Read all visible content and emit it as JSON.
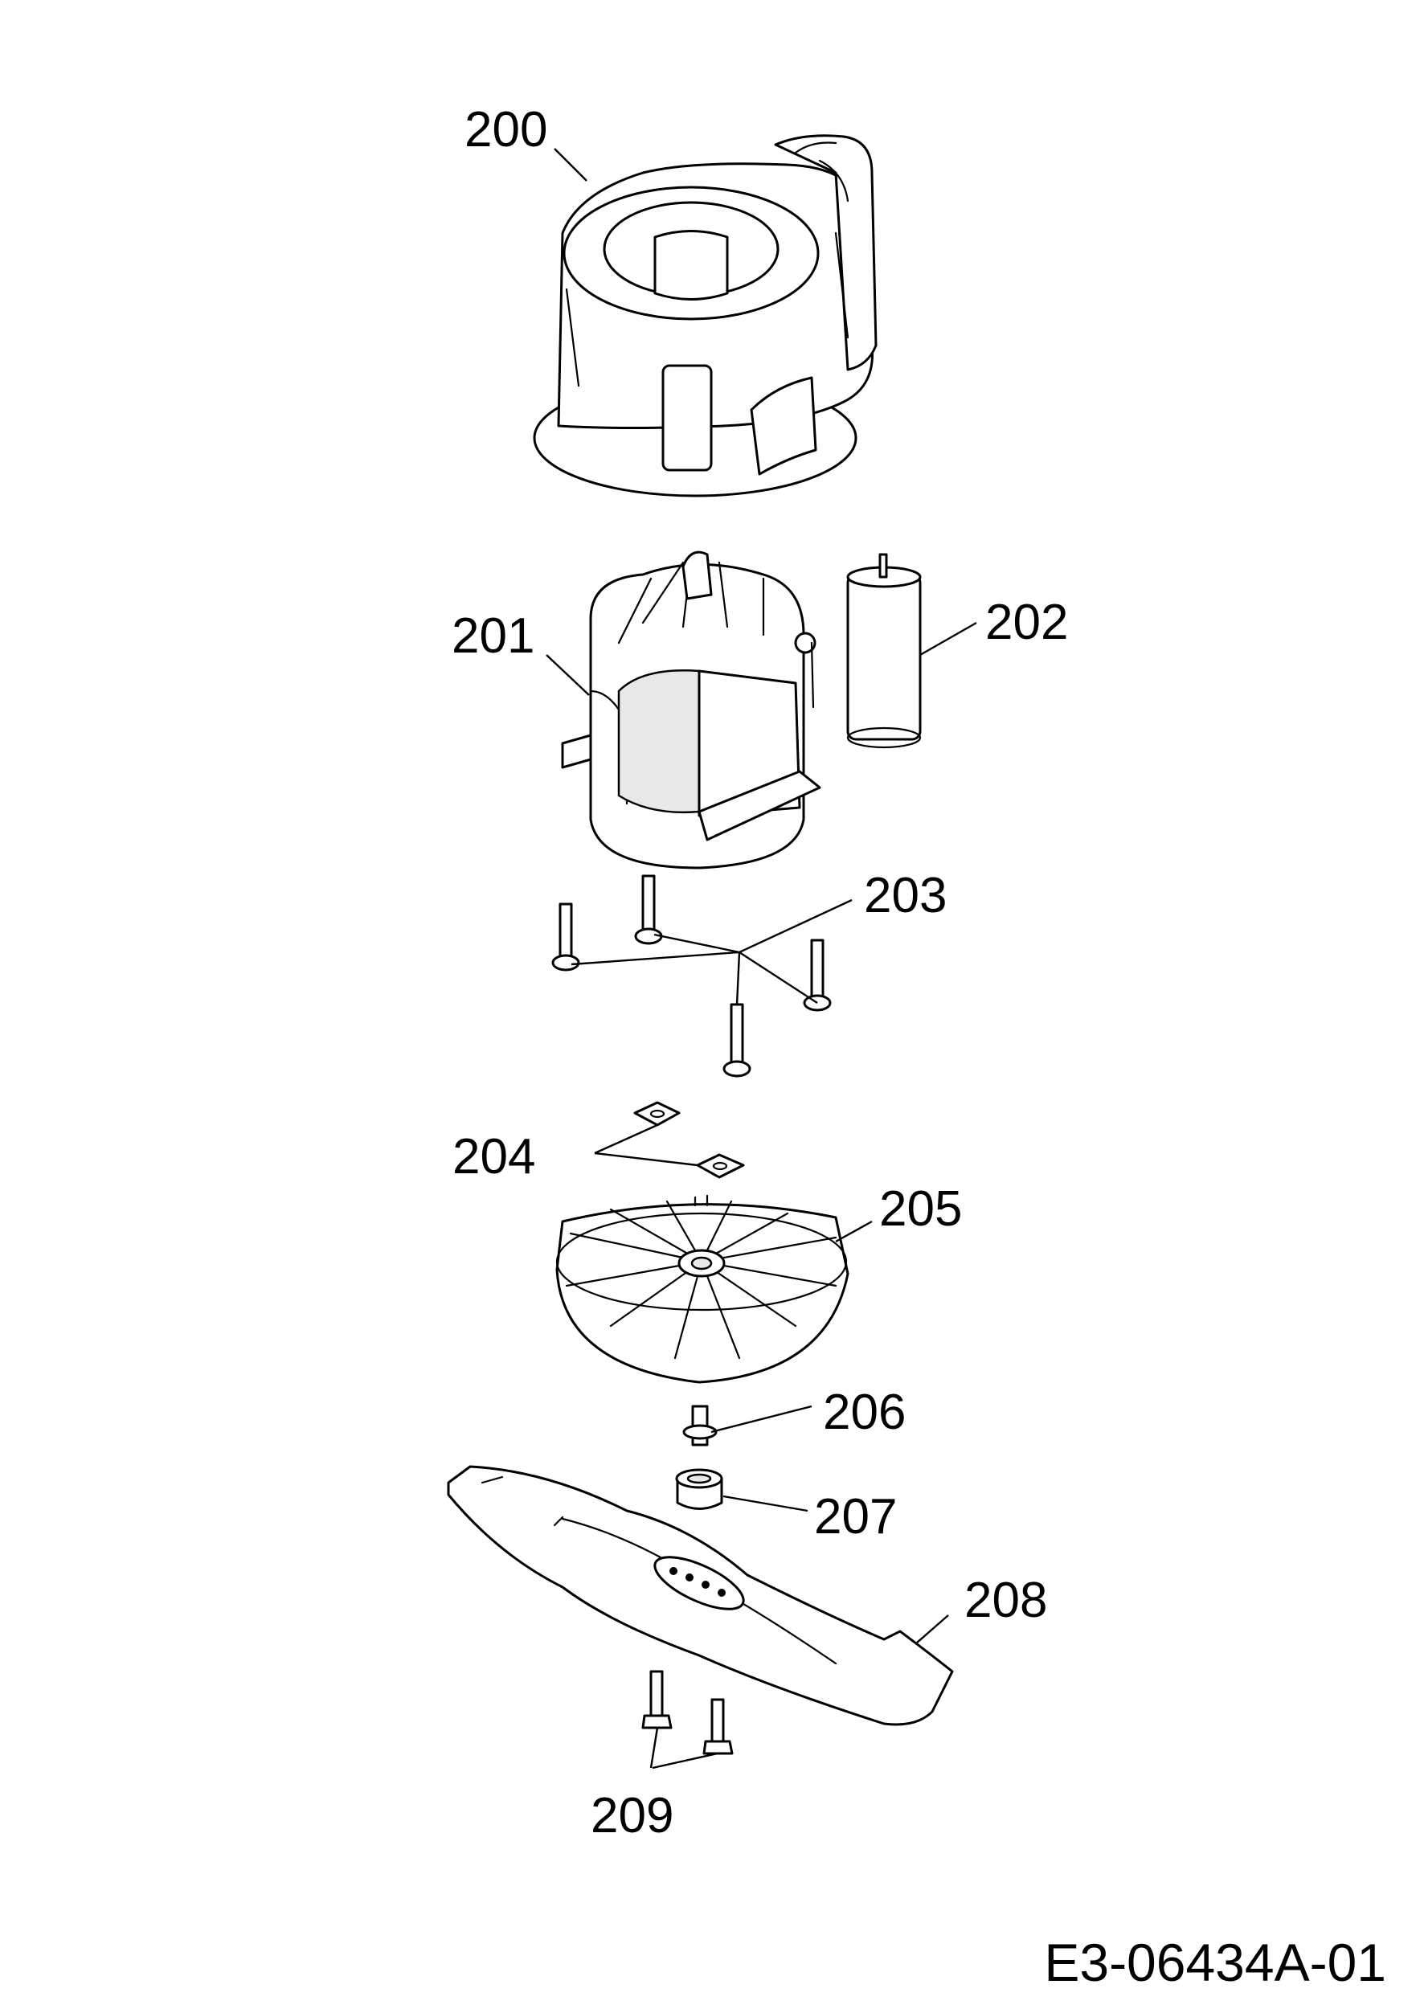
{
  "diagram": {
    "drawing_code": "E3-06434A-01",
    "callouts": [
      {
        "id": "200",
        "part": "motor-housing"
      },
      {
        "id": "201",
        "part": "motor"
      },
      {
        "id": "202",
        "part": "capacitor"
      },
      {
        "id": "203",
        "part": "screws"
      },
      {
        "id": "204",
        "part": "nuts"
      },
      {
        "id": "205",
        "part": "fan"
      },
      {
        "id": "206",
        "part": "blade-screw"
      },
      {
        "id": "207",
        "part": "spacer"
      },
      {
        "id": "208",
        "part": "blade"
      },
      {
        "id": "209",
        "part": "bolts"
      }
    ]
  }
}
